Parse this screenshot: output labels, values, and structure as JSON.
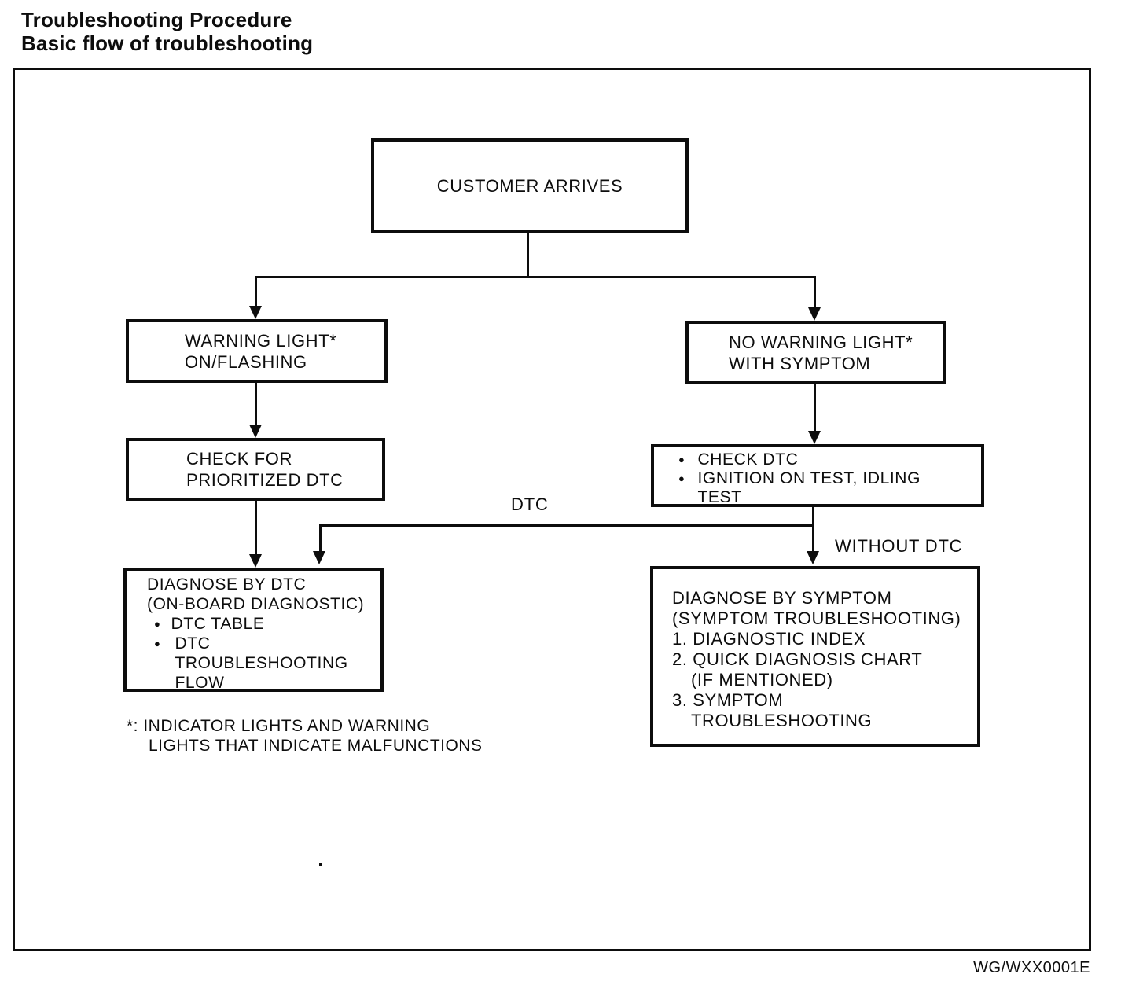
{
  "header": {
    "title_line1": "Troubleshooting Procedure",
    "title_line2": "Basic flow of troubleshooting"
  },
  "flowchart": {
    "customer": {
      "label": "CUSTOMER ARRIVES"
    },
    "warning_light": {
      "line1": "WARNING LIGHT*",
      "line2": "ON/FLASHING"
    },
    "no_warning_light": {
      "line1": "NO WARNING LIGHT*",
      "line2": "WITH SYMPTOM"
    },
    "check_prioritized_dtc": {
      "line1": "CHECK FOR",
      "line2": "PRIORITIZED DTC"
    },
    "check_dtc": {
      "bullet_glyph": "●",
      "item1": "CHECK DTC",
      "item2_line1": "IGNITION ON TEST, IDLING",
      "item2_line2": "TEST"
    },
    "diagnose_by_dtc": {
      "line1": "DIAGNOSE BY DTC",
      "line2": "(ON-BOARD DIAGNOSTIC)",
      "bullet_glyph": "●",
      "item1": "DTC TABLE",
      "item2_line1": "DTC",
      "item2_line2": "TROUBLESHOOTING",
      "item2_line3": "FLOW"
    },
    "diagnose_by_symptom": {
      "line1": "DIAGNOSE BY SYMPTOM",
      "line2": "(SYMPTOM TROUBLESHOOTING)",
      "item1": "1. DIAGNOSTIC INDEX",
      "item2_line1": "2. QUICK DIAGNOSIS CHART",
      "item2_line2": "(IF MENTIONED)",
      "item3_line1": "3. SYMPTOM",
      "item3_line2": "TROUBLESHOOTING"
    },
    "edge_labels": {
      "dtc": "DTC",
      "without_dtc": "WITHOUT DTC"
    },
    "footnote": {
      "line1": "*: INDICATOR LIGHTS AND WARNING",
      "line2": "LIGHTS THAT INDICATE MALFUNCTIONS"
    },
    "figure_code": "WG/WXX0001E"
  },
  "colors": {
    "ink": "#0d0d0d",
    "paper": "#ffffff"
  }
}
